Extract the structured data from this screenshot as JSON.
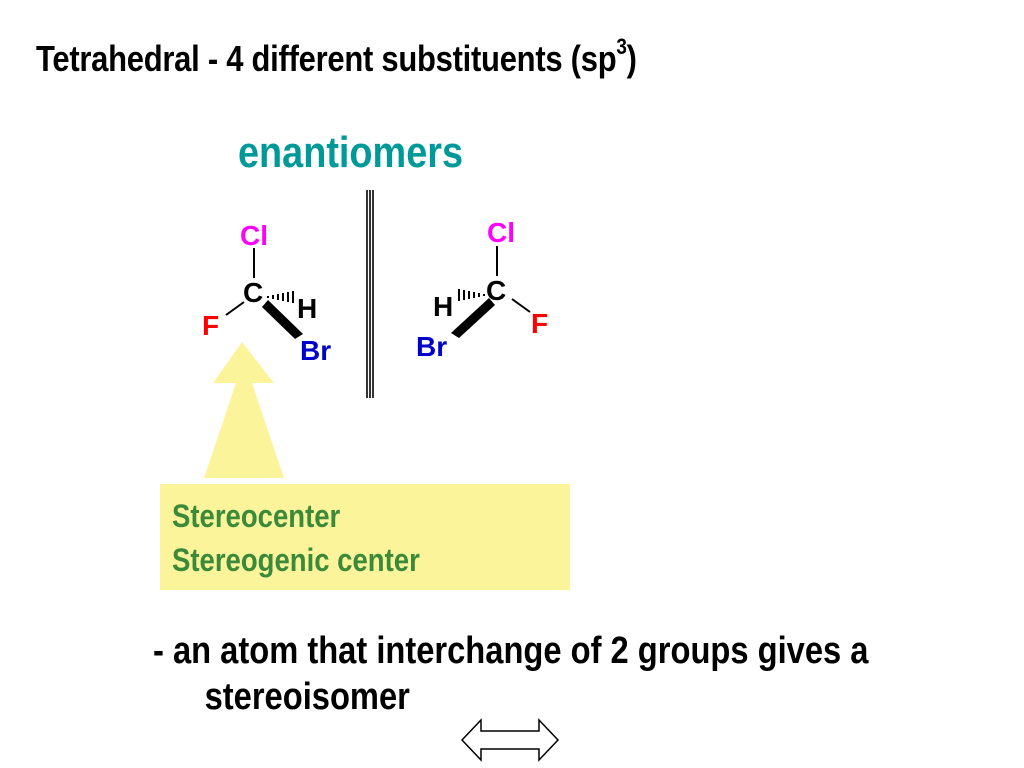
{
  "title": {
    "main": "Tetrahedral - 4 different substituents (sp",
    "superscript": "3",
    "close": ")"
  },
  "enantiomers_label": "enantiomers",
  "left_molecule": {
    "top": "Cl",
    "center": "C",
    "dash": "H",
    "left": "F",
    "wedge": "Br"
  },
  "right_molecule": {
    "top": "Cl",
    "center": "C",
    "dash": "H",
    "right": "F",
    "wedge": "Br"
  },
  "info_box": {
    "line1": "Stereocenter",
    "line2": "Stereogenic center"
  },
  "definition": {
    "line1": "- an atom that interchange of 2 groups gives a",
    "line2": "stereoisomer"
  },
  "colors": {
    "cl": "#ff00ff",
    "f": "#ff0000",
    "br": "#0000cc",
    "carbon": "#000000",
    "enantiomers": "#009999",
    "box_text": "#3a8a3a",
    "box_fill": "#fcf49a",
    "arrow_fill": "#fcf49a"
  }
}
